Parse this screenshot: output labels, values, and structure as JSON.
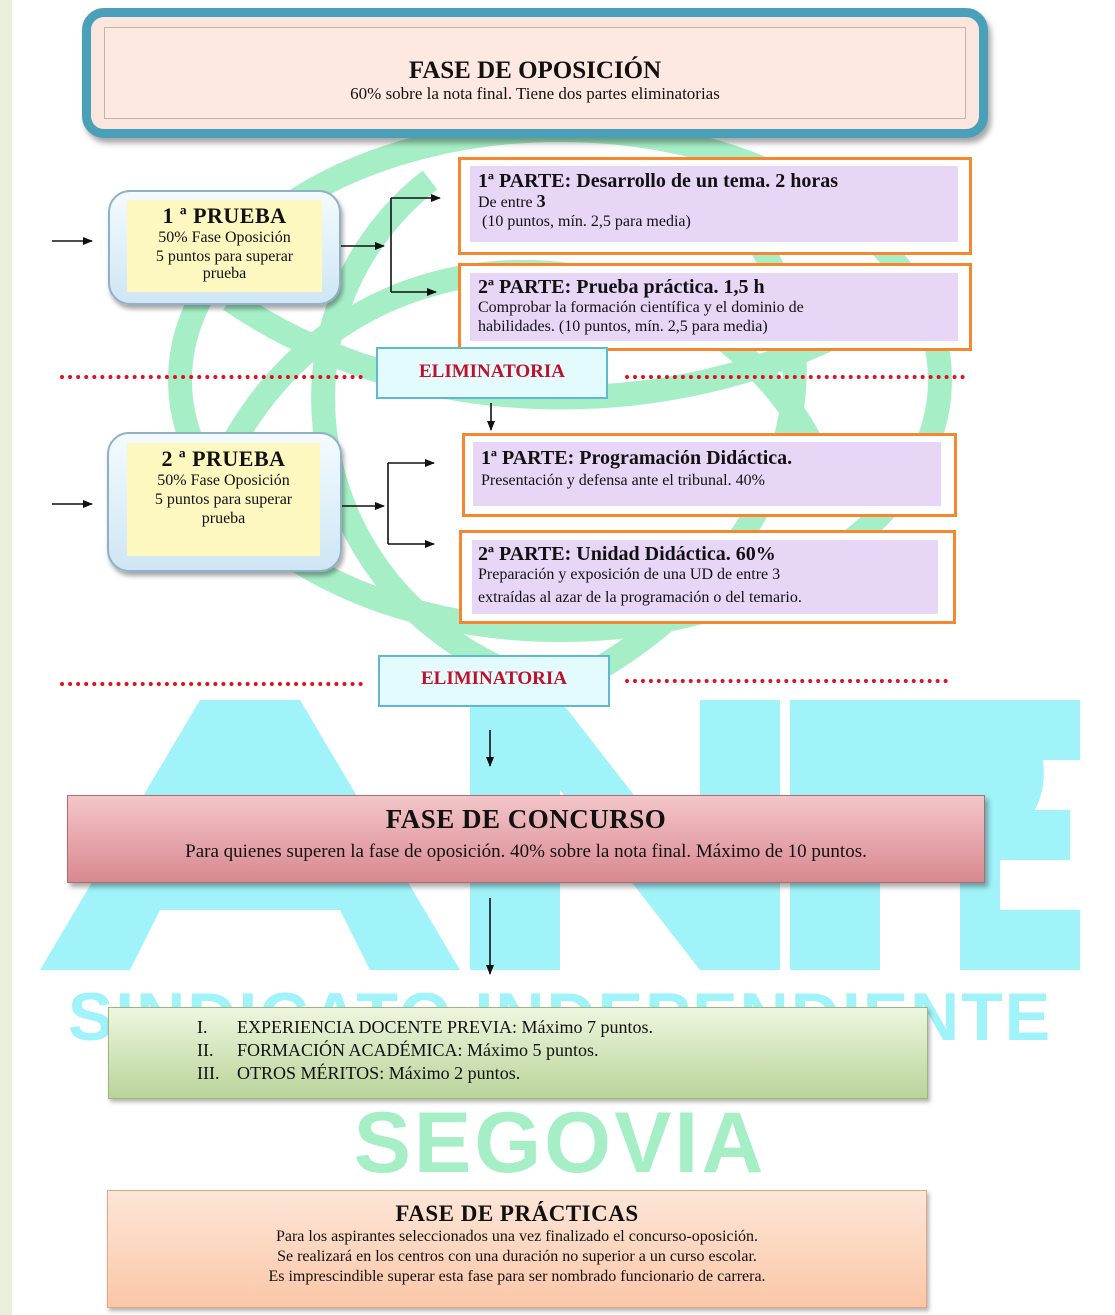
{
  "header": {
    "title": "FASE DE OPOSICIÓN",
    "subtitle": "60% sobre la nota final. Tiene dos partes eliminatorias"
  },
  "prueba1": {
    "title": "1 ª PRUEBA",
    "line1": "50% Fase Oposición",
    "line2": "5 puntos para superar",
    "line3": "prueba"
  },
  "prueba1_parte1": {
    "title": "1ª PARTE: Desarrollo de un tema. 2 horas",
    "line1_prefix": "De entre ",
    "line1_bold": "3",
    "line2": "(10 puntos, mín. 2,5 para media)"
  },
  "prueba1_parte2": {
    "title": "2ª PARTE: Prueba práctica. 1,5 h",
    "line1": "Comprobar la formación científica y el dominio de",
    "line2": "habilidades. (10 puntos, mín. 2,5 para media)"
  },
  "eliminatoria1": "ELIMINATORIA",
  "prueba2": {
    "title": "2 ª PRUEBA",
    "line1": "50% Fase Oposición",
    "line2": "5 puntos para superar",
    "line3": "prueba"
  },
  "prueba2_parte1": {
    "title": "1ª PARTE: Programación Didáctica.",
    "line1": "Presentación y defensa ante el tribunal. 40%"
  },
  "prueba2_parte2": {
    "title": "2ª PARTE: Unidad Didáctica. 60%",
    "line1": "Preparación y exposición de una UD de entre 3",
    "line2": "extraídas al azar de la programación o del temario."
  },
  "eliminatoria2": "ELIMINATORIA",
  "concurso": {
    "title": "FASE DE CONCURSO",
    "subtitle": "Para quienes superen la fase de oposición. 40% sobre la nota final. Máximo de 10 puntos."
  },
  "meritos": [
    {
      "num": "I.",
      "text": "EXPERIENCIA DOCENTE PREVIA: Máximo 7 puntos."
    },
    {
      "num": "II.",
      "text": "FORMACIÓN ACADÉMICA: Máximo 5 puntos."
    },
    {
      "num": "III.",
      "text": "OTROS MÉRITOS: Máximo 2 puntos."
    }
  ],
  "practicas": {
    "title": "FASE DE PRÁCTICAS",
    "line1": "Para los aspirantes seleccionados una vez finalizado el concurso-oposición.",
    "line2": "Se realizará en los centros con una duración no superior a un curso escolar.",
    "line3": "Es imprescindible superar esta fase para ser nombrado funcionario de carrera."
  },
  "watermark": {
    "logo_letters": "ANPE",
    "line1": "SINDICATO INDEPENDIENTE",
    "line2": "SEGOVIA"
  },
  "colors": {
    "header_border": "#4aa0b8",
    "parte_border": "#f5882e",
    "parte_fill": "#e8d6f7",
    "eliminatoria_text": "#c0102a",
    "dotted_line": "#e01020",
    "watermark_green": "#a6efc6",
    "watermark_cyan": "#9ff3f9"
  }
}
